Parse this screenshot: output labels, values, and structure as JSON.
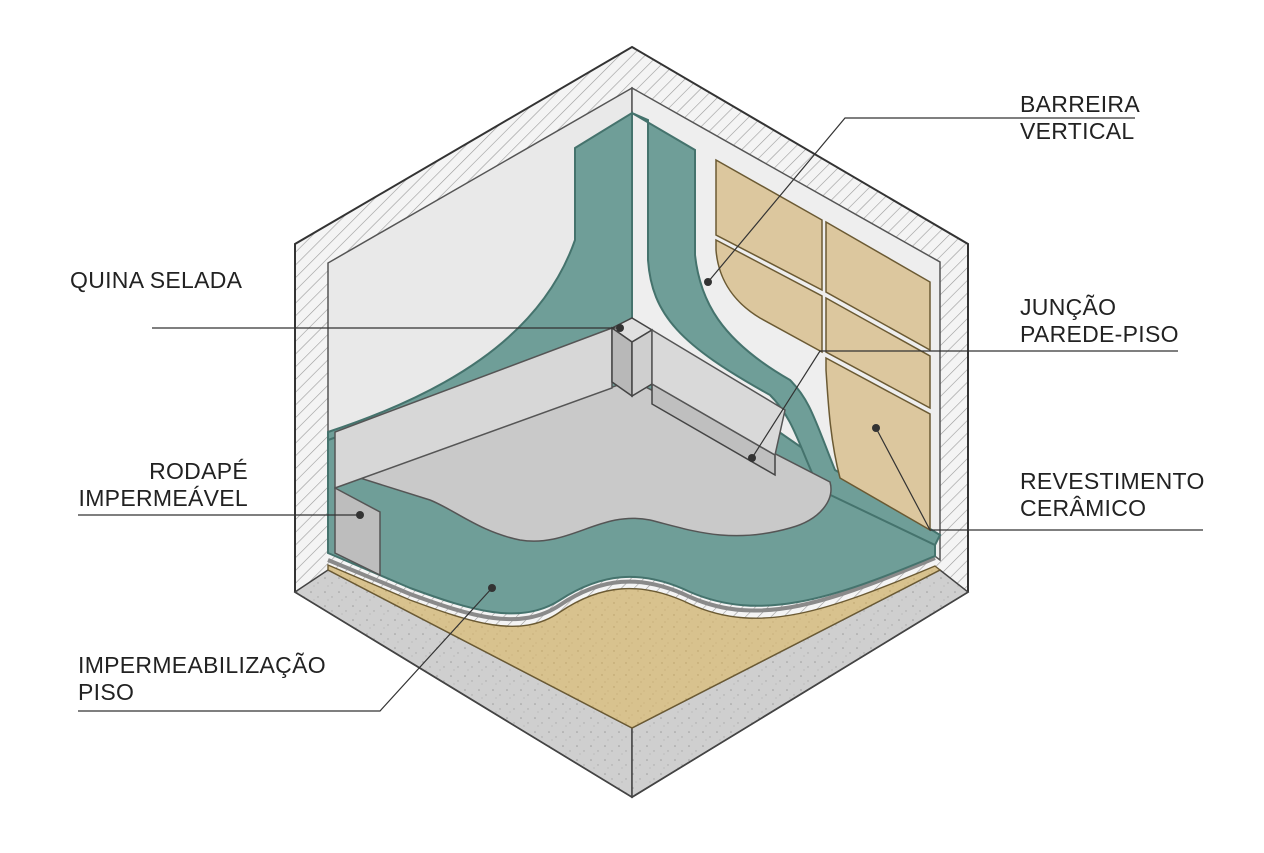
{
  "colors": {
    "membrane": "#6f9e98",
    "membrane_edge": "#45736d",
    "tile": "#dcc79e",
    "screed": "#d8c28e",
    "concrete": "#cfcfcf",
    "wall_face": "#e9e9e9",
    "floor_gray": "#c9c9c9",
    "line": "#333333"
  },
  "labels": {
    "barreira_vertical": {
      "line1": "BARREIRA",
      "line2": "VERTICAL"
    },
    "quina_selada": {
      "line1": "QUINA SELADA"
    },
    "juncao_parede_piso": {
      "line1": "JUNÇÃO",
      "line2": "PAREDE-PISO"
    },
    "rodape_impermeavel": {
      "line1": "RODAPÉ",
      "line2": "IMPERMEÁVEL"
    },
    "revestimento_ceramico": {
      "line1": "REVESTIMENTO",
      "line2": "CERÂMICO"
    },
    "impermeabilizacao_piso": {
      "line1": "IMPERMEABILIZAÇÃO",
      "line2": "PISO"
    }
  }
}
